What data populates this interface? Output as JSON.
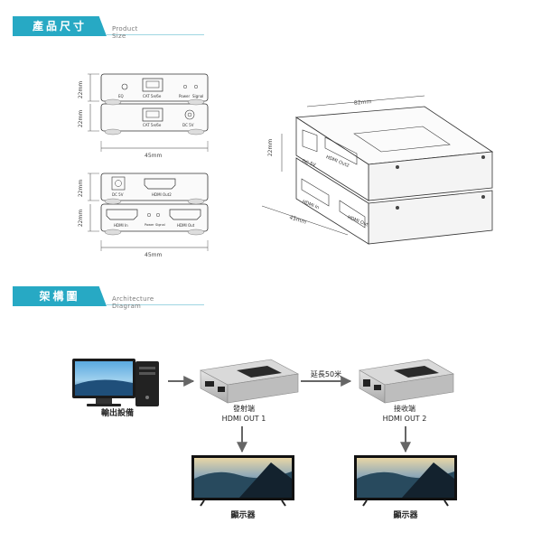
{
  "section1": {
    "title": "產品尺寸",
    "subtitle": "Product Size"
  },
  "section2": {
    "title": "架構圖",
    "subtitle": "Architecture Diagram"
  },
  "dims": {
    "h22": "22mm",
    "w45": "45mm",
    "w82": "82mm"
  },
  "ports": {
    "eq": "EQ",
    "cat": "CAT 5e/6e",
    "power": "Power",
    "signal": "Signal",
    "dc": "DC 5V",
    "hdmi_out2": "HDMI Out2",
    "hdmi_in": "HDMI In",
    "hdmi_out": "HDMI Out"
  },
  "arch": {
    "source_label": "輸出設備",
    "tx_label": "發射端",
    "tx_sub": "HDMI OUT 1",
    "rx_label": "接收端",
    "rx_sub": "HDMI OUT 2",
    "distance": "延長50米",
    "display1": "顯示器",
    "display2": "顯示器"
  }
}
